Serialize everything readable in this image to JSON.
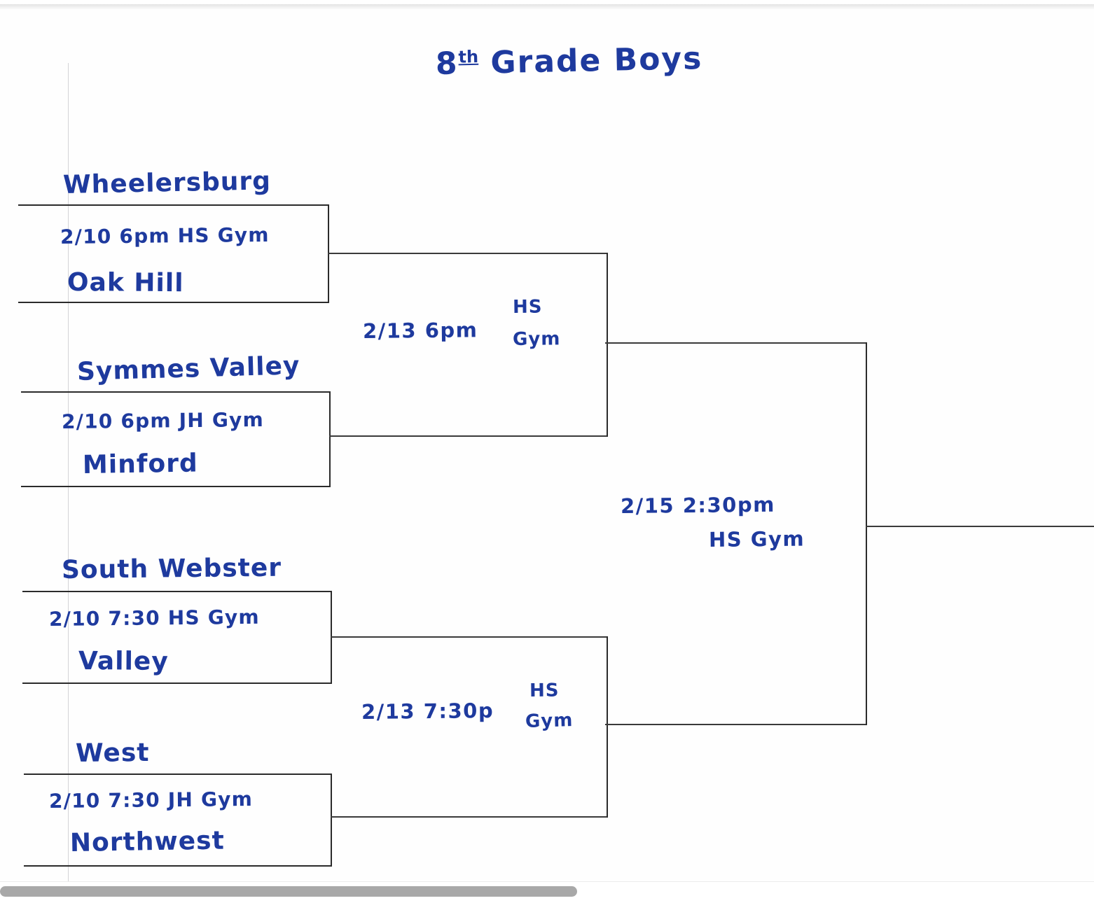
{
  "document": {
    "title_prefix": "8",
    "title_ordinal": "th",
    "title_rest": "Grade Boys",
    "title_full": "8th Grade Boys"
  },
  "bracket": {
    "round1": [
      {
        "top_team": "Wheelersburg",
        "bottom_team": "Oak Hill",
        "date": "2/10",
        "time": "6pm",
        "venue": "HS Gym",
        "detail_line": "2/10  6pm  HS Gym"
      },
      {
        "top_team": "Symmes Valley",
        "bottom_team": "Minford",
        "date": "2/10",
        "time": "6pm",
        "venue": "JH Gym",
        "detail_line": "2/10 6pm  JH Gym"
      },
      {
        "top_team": "South Webster",
        "bottom_team": "Valley",
        "date": "2/10",
        "time": "7:30",
        "venue": "HS Gym",
        "detail_line": "2/10  7:30  HS Gym"
      },
      {
        "top_team": "West",
        "bottom_team": "Northwest",
        "date": "2/10",
        "time": "7:30",
        "venue": "JH Gym",
        "detail_line": "2/10 7:30 JH Gym"
      }
    ],
    "semifinals": [
      {
        "date": "2/13",
        "time": "6pm",
        "venue_line1": "HS",
        "venue_line2": "Gym",
        "label": "2/13   6pm"
      },
      {
        "date": "2/13",
        "time": "7:30p",
        "venue_line1": "HS",
        "venue_line2": "Gym",
        "label": "2/13  7:30p"
      }
    ],
    "final": {
      "date": "2/15",
      "time": "2:30pm",
      "venue": "HS Gym",
      "label": "2/15  2:30pm"
    }
  },
  "colors": {
    "ink": "#1e3a9e",
    "line": "#2b2b2b",
    "paper": "#fefefe",
    "scrollbar_thumb": "#a8a8a8"
  },
  "scrollbar": {
    "orientation": "horizontal",
    "thumb_label": "horizontal-scroll-thumb"
  }
}
